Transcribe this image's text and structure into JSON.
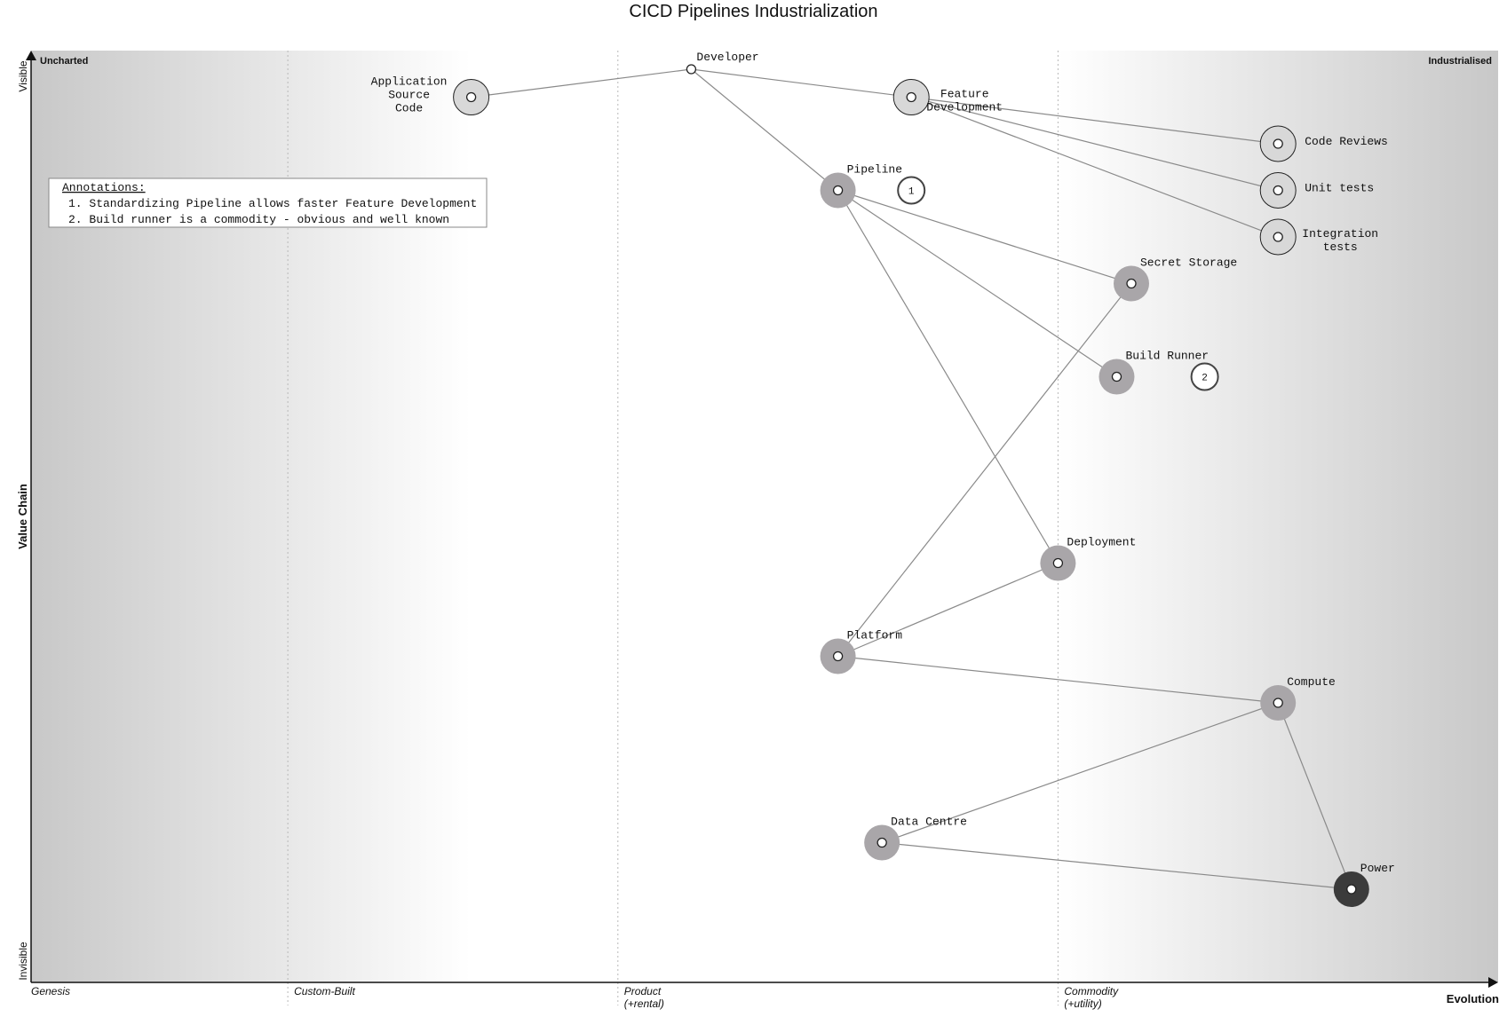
{
  "title": "CICD Pipelines Industrialization",
  "axes": {
    "y_label": "Value Chain",
    "y_top": "Visible",
    "y_bottom": "Invisible",
    "x_label": "Evolution",
    "corner_left": "Uncharted",
    "corner_right": "Industrialised",
    "stages": [
      {
        "line1": "Genesis",
        "line2": ""
      },
      {
        "line1": "Custom-Built",
        "line2": ""
      },
      {
        "line1": "Product",
        "line2": "(+rental)"
      },
      {
        "line1": "Commodity",
        "line2": "(+utility)"
      }
    ]
  },
  "annotations_box": {
    "heading": "Annotations:",
    "items": [
      "1. Standardizing Pipeline allows faster Feature Development",
      "2. Build runner is a commodity - obvious and well known"
    ]
  },
  "components": [
    {
      "id": "developer",
      "name": "Developer",
      "lines": [
        "Developer"
      ],
      "evolution": 0.45,
      "visibility": 0.98,
      "style": "anchor",
      "label_anchor": "start"
    },
    {
      "id": "app-source-code",
      "name": "Application Source Code",
      "lines": [
        "Application",
        "Source",
        "Code"
      ],
      "evolution": 0.3,
      "visibility": 0.95,
      "style": "light",
      "label_anchor": "middle-left"
    },
    {
      "id": "feature-development",
      "name": "Feature Development",
      "lines": [
        "Feature",
        "Development"
      ],
      "evolution": 0.6,
      "visibility": 0.95,
      "style": "light",
      "label_anchor": "start"
    },
    {
      "id": "code-reviews",
      "name": "Code Reviews",
      "lines": [
        "Code Reviews"
      ],
      "evolution": 0.85,
      "visibility": 0.9,
      "style": "light",
      "label_anchor": "start"
    },
    {
      "id": "unit-tests",
      "name": "Unit tests",
      "lines": [
        "Unit tests"
      ],
      "evolution": 0.85,
      "visibility": 0.85,
      "style": "light",
      "label_anchor": "start"
    },
    {
      "id": "integration-tests",
      "name": "Integration tests",
      "lines": [
        "Integration",
        "tests"
      ],
      "evolution": 0.85,
      "visibility": 0.8,
      "style": "light",
      "label_anchor": "start"
    },
    {
      "id": "pipeline",
      "name": "Pipeline",
      "lines": [
        "Pipeline"
      ],
      "evolution": 0.55,
      "visibility": 0.85,
      "style": "medium",
      "label_anchor": "start"
    },
    {
      "id": "secret-storage",
      "name": "Secret Storage",
      "lines": [
        "Secret Storage"
      ],
      "evolution": 0.75,
      "visibility": 0.75,
      "style": "medium",
      "label_anchor": "start"
    },
    {
      "id": "build-runner",
      "name": "Build Runner",
      "lines": [
        "Build Runner"
      ],
      "evolution": 0.74,
      "visibility": 0.65,
      "style": "medium",
      "label_anchor": "start"
    },
    {
      "id": "deployment",
      "name": "Deployment",
      "lines": [
        "Deployment"
      ],
      "evolution": 0.7,
      "visibility": 0.45,
      "style": "medium",
      "label_anchor": "start"
    },
    {
      "id": "platform",
      "name": "Platform",
      "lines": [
        "Platform"
      ],
      "evolution": 0.55,
      "visibility": 0.35,
      "style": "medium",
      "label_anchor": "start"
    },
    {
      "id": "compute",
      "name": "Compute",
      "lines": [
        "Compute"
      ],
      "evolution": 0.85,
      "visibility": 0.3,
      "style": "medium",
      "label_anchor": "start"
    },
    {
      "id": "data-centre",
      "name": "Data Centre",
      "lines": [
        "Data Centre"
      ],
      "evolution": 0.58,
      "visibility": 0.15,
      "style": "medium",
      "label_anchor": "start"
    },
    {
      "id": "power",
      "name": "Power",
      "lines": [
        "Power"
      ],
      "evolution": 0.9,
      "visibility": 0.1,
      "style": "dark",
      "label_anchor": "start"
    }
  ],
  "links": [
    [
      "developer",
      "app-source-code"
    ],
    [
      "developer",
      "feature-development"
    ],
    [
      "developer",
      "pipeline"
    ],
    [
      "feature-development",
      "code-reviews"
    ],
    [
      "feature-development",
      "unit-tests"
    ],
    [
      "feature-development",
      "integration-tests"
    ],
    [
      "pipeline",
      "secret-storage"
    ],
    [
      "pipeline",
      "build-runner"
    ],
    [
      "pipeline",
      "deployment"
    ],
    [
      "deployment",
      "platform"
    ],
    [
      "secret-storage",
      "platform"
    ],
    [
      "platform",
      "compute"
    ],
    [
      "compute",
      "data-centre"
    ],
    [
      "compute",
      "power"
    ],
    [
      "data-centre",
      "power"
    ]
  ],
  "annotation_markers": [
    {
      "number": "1",
      "evolution": 0.6,
      "visibility": 0.85
    },
    {
      "number": "2",
      "evolution": 0.8,
      "visibility": 0.65
    }
  ],
  "colors": {
    "light_fill": "#d8d8d8",
    "medium_fill": "#a9a6a9",
    "dark_fill": "#3b3b3b",
    "link": "#8a8a8a",
    "stage_line": "#b8b8b8"
  }
}
